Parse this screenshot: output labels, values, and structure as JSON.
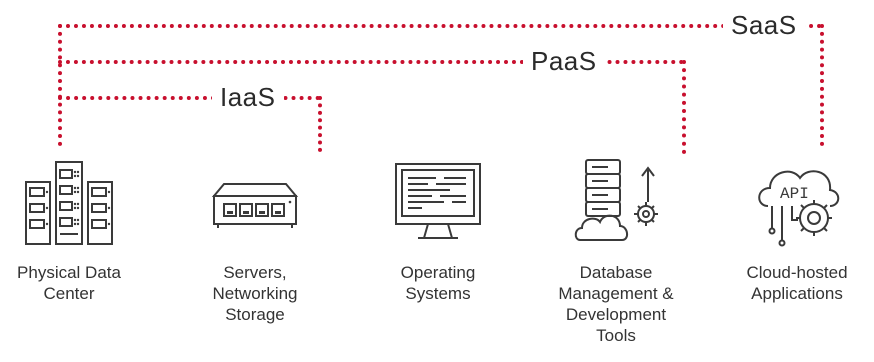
{
  "layers": {
    "saas": "SaaS",
    "paas": "PaaS",
    "iaas": "IaaS"
  },
  "components": [
    {
      "lines": [
        "Physical Data",
        "Center"
      ],
      "icon": "server-racks-icon"
    },
    {
      "lines": [
        "Servers,",
        "Networking",
        "Storage"
      ],
      "icon": "network-switch-icon"
    },
    {
      "lines": [
        "Operating",
        "Systems"
      ],
      "icon": "monitor-icon"
    },
    {
      "lines": [
        "Database",
        "Management &",
        "Development",
        "Tools"
      ],
      "icon": "database-cloud-gear-icon"
    },
    {
      "lines": [
        "Cloud-hosted",
        "Applications"
      ],
      "icon": "cloud-api-gear-icon"
    }
  ],
  "colors": {
    "bracket": "#c8102e",
    "icon": "#3a3a3a",
    "text": "#333333"
  }
}
